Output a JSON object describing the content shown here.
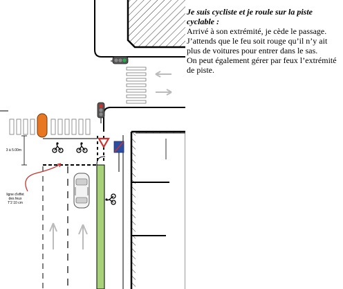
{
  "caption": {
    "title": "Je suis cycliste et je roule sur la piste cyclable :",
    "lines": [
      "Arrivé à son extrémité, je cède le passage.",
      "J’attends que le feu soit rouge qu’il n’y ait plus de voitures pour entrer dans le sas.",
      "On peut également gérer par feux l’extrémité de piste."
    ]
  },
  "diagram": {
    "distance_label": "3 à 5.00m",
    "annotation_label": [
      "ligne d'effet",
      "des feux",
      "T'2 10 cm"
    ],
    "colors": {
      "cycle_lane": "#a8d27a",
      "traffic_light_body": "#555555",
      "traffic_light_orange": "#e87722",
      "traffic_light_red": "#d0312d",
      "traffic_light_green": "#22b14c",
      "arrow_red": "#d0312d",
      "sign_blue": "#2b4ea2",
      "hatch": "#333333"
    },
    "icons": [
      "bicycle-icon",
      "car-icon",
      "traffic-light-icon",
      "yield-sign-icon",
      "no-parking-sign-icon",
      "lane-arrow-icon"
    ]
  }
}
